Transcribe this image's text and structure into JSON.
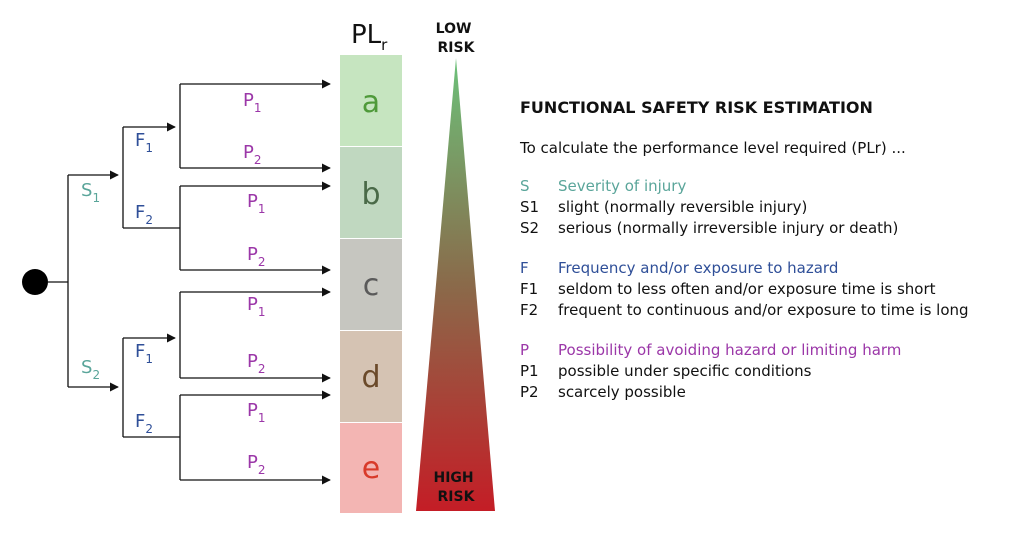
{
  "diagram": {
    "plr_label": {
      "main": "PL",
      "sub": "r"
    },
    "low_risk": [
      "LOW",
      "RISK"
    ],
    "high_risk": [
      "HIGH",
      "RISK"
    ],
    "levels": [
      {
        "letter": "a",
        "bg": "#c6e5c0",
        "fg": "#4f9a3a"
      },
      {
        "letter": "b",
        "bg": "#c0d8c0",
        "fg": "#4a6a48"
      },
      {
        "letter": "c",
        "bg": "#c6c6c0",
        "fg": "#5a5a5a"
      },
      {
        "letter": "d",
        "bg": "#d5c3b3",
        "fg": "#6b4a2a"
      },
      {
        "letter": "e",
        "bg": "#f3b5b3",
        "fg": "#d83a2a"
      }
    ],
    "tree": {
      "s1": {
        "main": "S",
        "sub": "1"
      },
      "s2": {
        "main": "S",
        "sub": "2"
      },
      "f1": {
        "main": "F",
        "sub": "1"
      },
      "f2": {
        "main": "F",
        "sub": "2"
      },
      "p1": {
        "main": "P",
        "sub": "1"
      },
      "p2": {
        "main": "P",
        "sub": "2"
      }
    },
    "colors": {
      "severity": "#5aa59a",
      "frequency": "#2f4f98",
      "possibility": "#9b37a8",
      "risk_low": "#6cc17a",
      "risk_high": "#c41d26"
    }
  },
  "legend": {
    "title": "FUNCTIONAL SAFETY RISK ESTIMATION",
    "intro": "To calculate the performance level required (PLr) ...",
    "groups": [
      {
        "code": "S",
        "heading": "Severity of injury",
        "items": [
          {
            "code": "S1",
            "text": "slight (normally reversible injury)"
          },
          {
            "code": "S2",
            "text": "serious (normally irreversible injury or death)"
          }
        ]
      },
      {
        "code": "F",
        "heading": "Frequency and/or exposure to hazard",
        "items": [
          {
            "code": "F1",
            "text": "seldom to less often and/or exposure time is short"
          },
          {
            "code": "F2",
            "text": "frequent to continuous and/or exposure to time is long"
          }
        ]
      },
      {
        "code": "P",
        "heading": "Possibility of avoiding hazard or limiting harm",
        "items": [
          {
            "code": "P1",
            "text": "possible under specific conditions"
          },
          {
            "code": "P2",
            "text": "scarcely possible"
          }
        ]
      }
    ]
  }
}
